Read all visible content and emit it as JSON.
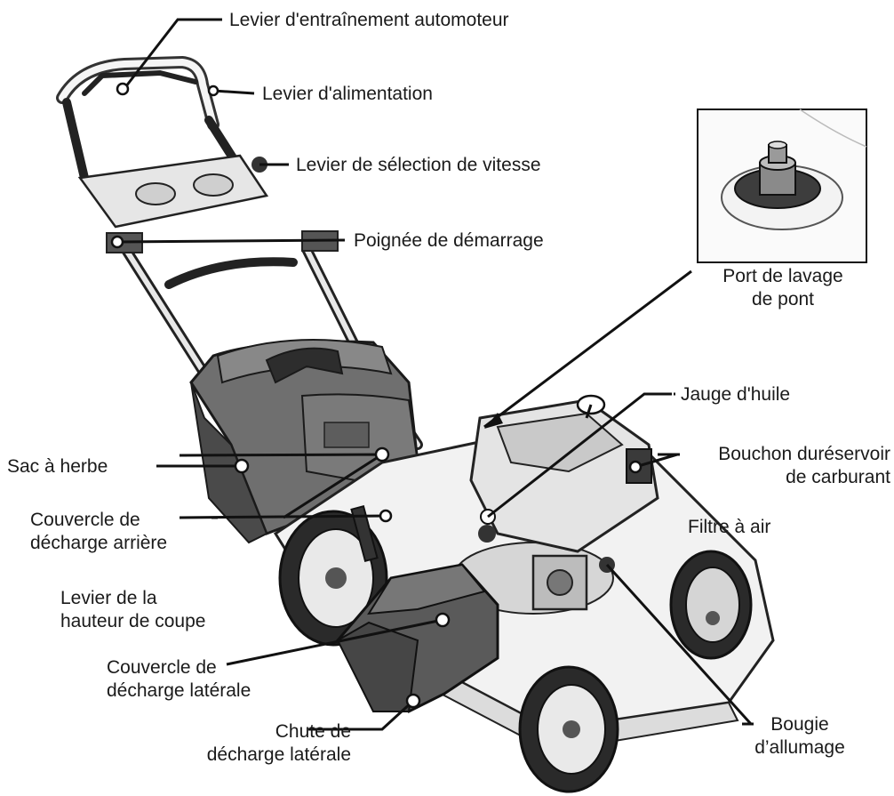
{
  "labels": {
    "self_propel_lever": "Levier d'entraînement automoteur",
    "power_lever": "Levier d'alimentation",
    "speed_selector": "Levier de sélection de vitesse",
    "starter_handle": "Poignée de démarrage",
    "deck_wash_port": [
      "Port de lavage",
      "de pont"
    ],
    "oil_dipstick": "Jauge d'huile",
    "fuel_cap": [
      "Bouchon duréservoir",
      "de carburant"
    ],
    "air_filter": "Filtre à air",
    "grass_bag": "Sac à herbe",
    "rear_discharge_cover": [
      "Couvercle de",
      "décharge arrière"
    ],
    "cut_height_lever": [
      "Levier de la",
      "hauteur de coupe"
    ],
    "side_discharge_cover": [
      "Couvercle de",
      "décharge latérale"
    ],
    "side_discharge_chute": [
      "Chute de",
      "décharge latérale"
    ],
    "spark_plug": [
      "Bougie",
      "d’allumage"
    ]
  },
  "colors": {
    "line": "#111111",
    "bag": "#6f6f6f",
    "bag_dark": "#4a4a4a",
    "deck": "#f2f2f2",
    "outline": "#222222"
  }
}
